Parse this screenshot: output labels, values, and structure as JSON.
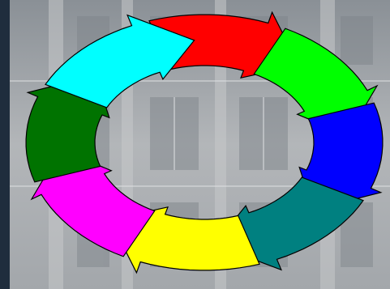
{
  "background": {
    "frame_color": "#1f2d3d",
    "photo_tone": "#9ea2a6",
    "subject": "building-facade"
  },
  "cycle": {
    "arrows": [
      {
        "name": "arrow-red",
        "color": "#ff0000"
      },
      {
        "name": "arrow-green",
        "color": "#00ff00"
      },
      {
        "name": "arrow-blue",
        "color": "#0000ff"
      },
      {
        "name": "arrow-teal",
        "color": "#008080"
      },
      {
        "name": "arrow-yellow",
        "color": "#ffff00"
      },
      {
        "name": "arrow-magenta",
        "color": "#ff00ff"
      },
      {
        "name": "arrow-dark-green",
        "color": "#007300"
      },
      {
        "name": "arrow-cyan",
        "color": "#00ffff"
      }
    ]
  }
}
